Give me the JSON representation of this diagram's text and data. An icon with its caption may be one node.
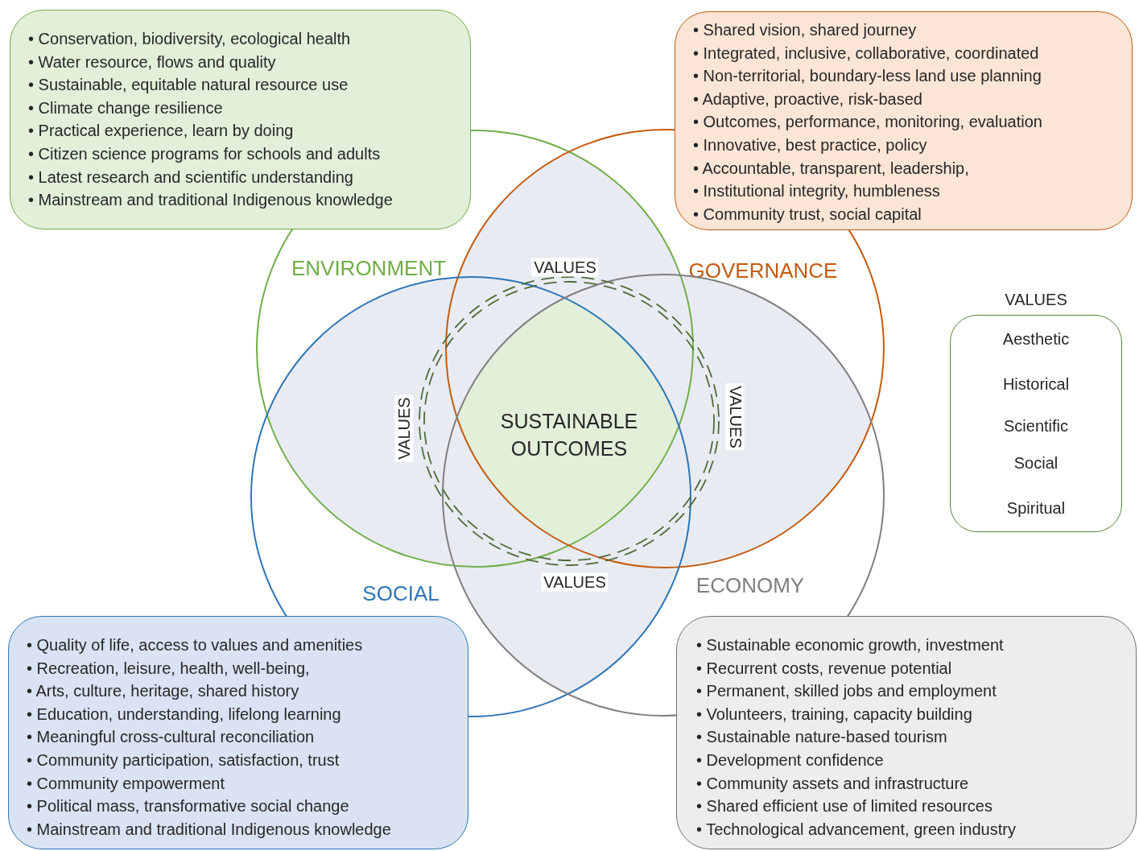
{
  "diagram": {
    "nodes": [
      {
        "text": [
          "• Conservation, biodiversity, ecological health",
          "• Water resource, flows and quality",
          "• Sustainable, equitable natural resource use",
          "• Climate change resilience",
          "• Practical experience, learn by doing",
          "• Citizen science programs for schools and adults",
          "• Latest research and scientific understanding",
          "• Mainstream and traditional Indigenous knowledge"
        ]
      },
      {
        "text": [
          "• Shared vision, shared journey",
          "• Integrated, inclusive, collaborative, coordinated",
          "• Non-territorial, boundary-less land use planning",
          "• Adaptive, proactive, risk-based",
          "• Outcomes, performance, monitoring, evaluation",
          "• Innovative, best practice, policy",
          "• Accountable, transparent, leadership,",
          "• Institutional integrity, humbleness",
          "• Community trust, social capital"
        ]
      },
      {
        "text": [
          "VALUES",
          "Aesthetic",
          "Historical",
          "Scientific",
          "Social",
          "Spiritual"
        ]
      },
      {
        "text": [
          "• Quality of life, access to values and amenities",
          "• Recreation, leisure, health, well-being,",
          "• Arts, culture, heritage, shared history",
          "• Education, understanding, lifelong learning",
          "• Meaningful cross-cultural reconciliation",
          "• Community participation, satisfaction, trust",
          "• Community empowerment",
          "• Political mass, transformative social change",
          "• Mainstream and traditional Indigenous knowledge"
        ]
      },
      {
        "text": [
          "• Sustainable economic growth, investment",
          "• Recurrent costs, revenue potential",
          "• Permanent, skilled jobs and employment",
          "• Volunteers, training, capacity building",
          "• Sustainable nature-based tourism",
          "• Development confidence",
          "• Community assets and infrastructure",
          "• Shared efficient use of limited resources",
          "• Technological advancement, green industry"
        ]
      },
      {
        "text": [
          "ENVIRONMENT"
        ]
      },
      {
        "text": [
          "GOVERNANCE"
        ]
      },
      {
        "text": [
          "SOCIAL"
        ]
      },
      {
        "text": [
          "ECONOMY"
        ]
      },
      {
        "text": [
          "VALUES",
          "VALUES",
          "VALUES",
          "VALUES"
        ]
      }
    ],
    "labels": [
      "SUSTAINABLE OUTCOMES"
    ]
  }
}
